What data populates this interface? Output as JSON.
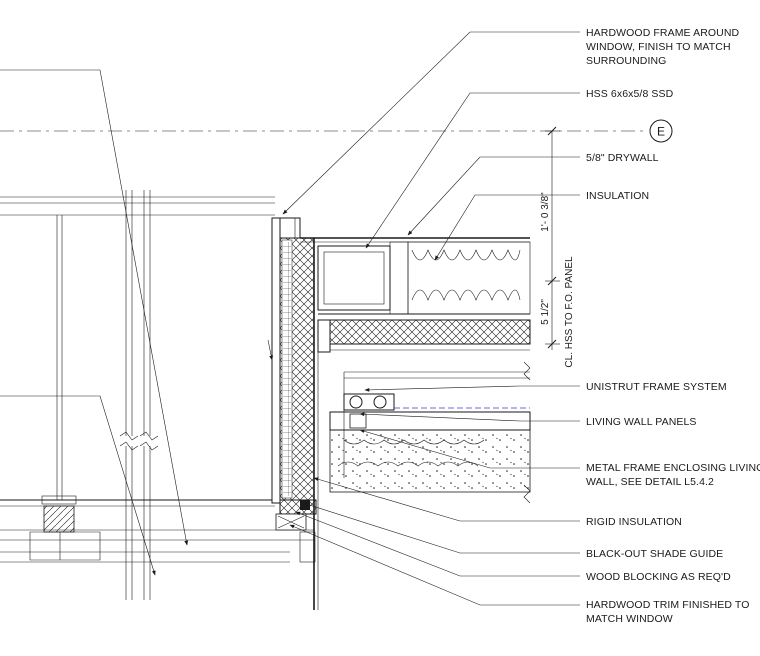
{
  "labels": {
    "hardwood_frame": [
      "HARDWOOD FRAME AROUND",
      "WINDOW, FINISH TO MATCH",
      "SURROUNDING"
    ],
    "hss": "HSS 6x6x5/8  SSD",
    "drywall": "5/8\" DRYWALL",
    "insulation": "INSULATION",
    "unistrut": "UNISTRUT FRAME SYSTEM",
    "living_wall": "LIVING WALL PANELS",
    "metal_frame": [
      "METAL FRAME ENCLOSING LIVING",
      "WALL, SEE DETAIL L5.4.2"
    ],
    "rigid": "RIGID INSULATION",
    "shade": "BLACK-OUT SHADE GUIDE",
    "blocking": "WOOD BLOCKING AS REQ'D",
    "trim": [
      "HARDWOOD TRIM FINISHED TO",
      "MATCH WINDOW"
    ]
  },
  "grid_tag": "E",
  "dimensions": {
    "upper": "1'- 0 3/8\"",
    "lower": "5 1/2\"",
    "note": "CL. HSS TO F.O. PANEL"
  },
  "colors": {
    "ink": "#1a1a1a",
    "highlight_line": "#3a3ad0"
  }
}
